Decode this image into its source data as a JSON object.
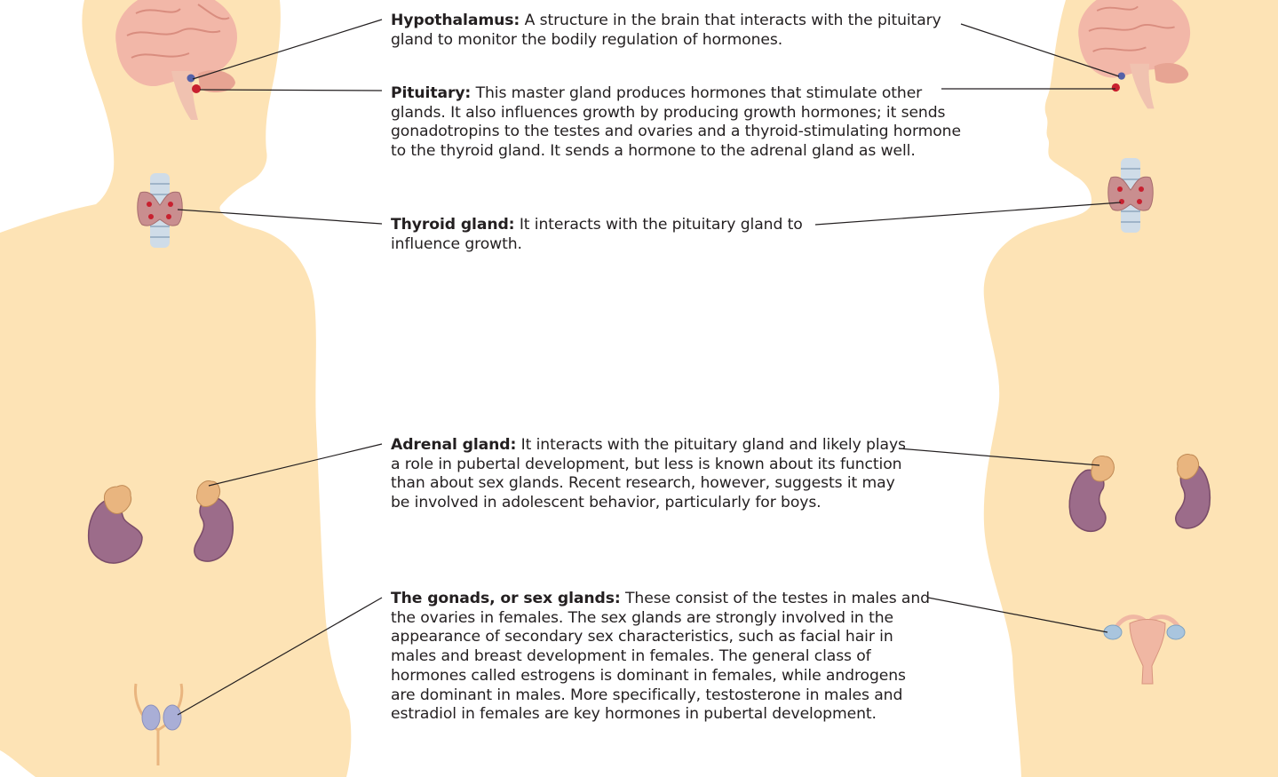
{
  "callouts": {
    "hypothalamus": {
      "term": "Hypothalamus:",
      "text": "A structure in the brain that interacts with the pituitary gland to monitor the bodily regulation of hormones."
    },
    "pituitary": {
      "term": "Pituitary:",
      "text": "This master gland produces hormones that stimulate other glands. It also influences growth by producing growth hormones; it sends gonadotropins to the testes and ovaries and a thyroid-stimulating hormone to the thyroid gland. It sends a hormone to the adrenal gland as well."
    },
    "thyroid": {
      "term": "Thyroid gland:",
      "text": "It interacts with the pituitary gland to influence growth."
    },
    "adrenal": {
      "term": "Adrenal gland:",
      "text": "It interacts with the pituitary gland and likely plays a role in pubertal development, but less is known about its function than about sex glands. Recent research, however, suggests it may be involved in adolescent behavior, particularly for boys."
    },
    "gonads": {
      "term": "The gonads, or sex glands:",
      "text": "These consist of the testes in males and the ovaries in females. The sex glands are strongly involved in the appearance of secondary sex characteristics, such as facial hair in males and breast development in females. The general class of hormones called estrogens is dominant in females, while androgens are dominant in males. More specifically, testosterone in males and estradiol in females are key hormones in pubertal development."
    }
  },
  "colors": {
    "body": "#fde3b5",
    "brain": "#f2b7a8",
    "kidney": "#9c6c8a",
    "adrenal": "#e9b57f",
    "thyroid": "#c98e8f",
    "trachea": "#cfdce8",
    "hypothalamus_dot": "#5561a8",
    "pituitary_dot": "#c8202f",
    "testes": "#a9aed6",
    "uterus": "#f0b7a3",
    "ovary": "#a9c5de",
    "leader_line": "#231f20"
  }
}
